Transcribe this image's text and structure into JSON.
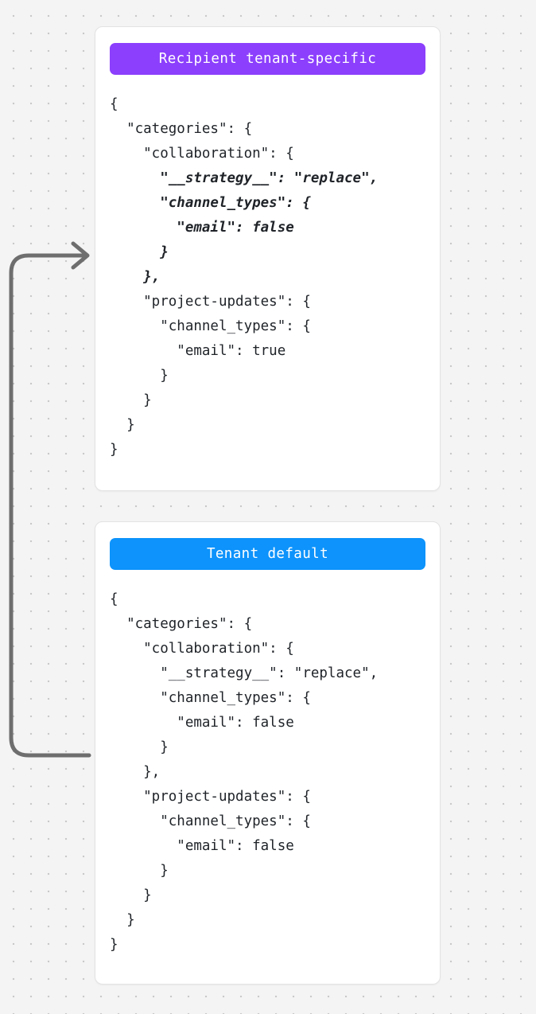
{
  "page": {
    "background_color": "#f4f4f4",
    "dot_color": "#c9c9c9",
    "card_background": "#ffffff"
  },
  "arrow": {
    "name": "fallback-arrow",
    "color": "#6e6e6e",
    "direction": "from tenant-default card up to recipient tenant-specific card",
    "stroke_width": 5
  },
  "cards": [
    {
      "id": "recipient",
      "header": {
        "label": "Recipient tenant-specific",
        "background_color": "#8c3ffc",
        "text_color": "#ffffff"
      },
      "code_lines": [
        {
          "text": "{",
          "highlight": false
        },
        {
          "text": "  \"categories\": {",
          "highlight": false
        },
        {
          "text": "    \"collaboration\": {",
          "highlight": false
        },
        {
          "text": "      \"__strategy__\": \"replace\",",
          "highlight": true
        },
        {
          "text": "      \"channel_types\": {",
          "highlight": true
        },
        {
          "text": "        \"email\": false",
          "highlight": true
        },
        {
          "text": "      }",
          "highlight": true
        },
        {
          "text": "    },",
          "highlight": true
        },
        {
          "text": "    \"project-updates\": {",
          "highlight": false
        },
        {
          "text": "      \"channel_types\": {",
          "highlight": false
        },
        {
          "text": "        \"email\": true",
          "highlight": false
        },
        {
          "text": "      }",
          "highlight": false
        },
        {
          "text": "    }",
          "highlight": false
        },
        {
          "text": "  }",
          "highlight": false
        },
        {
          "text": "}",
          "highlight": false
        }
      ]
    },
    {
      "id": "tenant",
      "header": {
        "label": "Tenant default",
        "background_color": "#0d93fb",
        "text_color": "#ffffff"
      },
      "code_lines": [
        {
          "text": "{",
          "highlight": false
        },
        {
          "text": "  \"categories\": {",
          "highlight": false
        },
        {
          "text": "    \"collaboration\": {",
          "highlight": false
        },
        {
          "text": "      \"__strategy__\": \"replace\",",
          "highlight": false
        },
        {
          "text": "      \"channel_types\": {",
          "highlight": false
        },
        {
          "text": "        \"email\": false",
          "highlight": false
        },
        {
          "text": "      }",
          "highlight": false
        },
        {
          "text": "    },",
          "highlight": false
        },
        {
          "text": "    \"project-updates\": {",
          "highlight": false
        },
        {
          "text": "      \"channel_types\": {",
          "highlight": false
        },
        {
          "text": "        \"email\": false",
          "highlight": false
        },
        {
          "text": "      }",
          "highlight": false
        },
        {
          "text": "    }",
          "highlight": false
        },
        {
          "text": "  }",
          "highlight": false
        },
        {
          "text": "}",
          "highlight": false
        }
      ]
    }
  ]
}
